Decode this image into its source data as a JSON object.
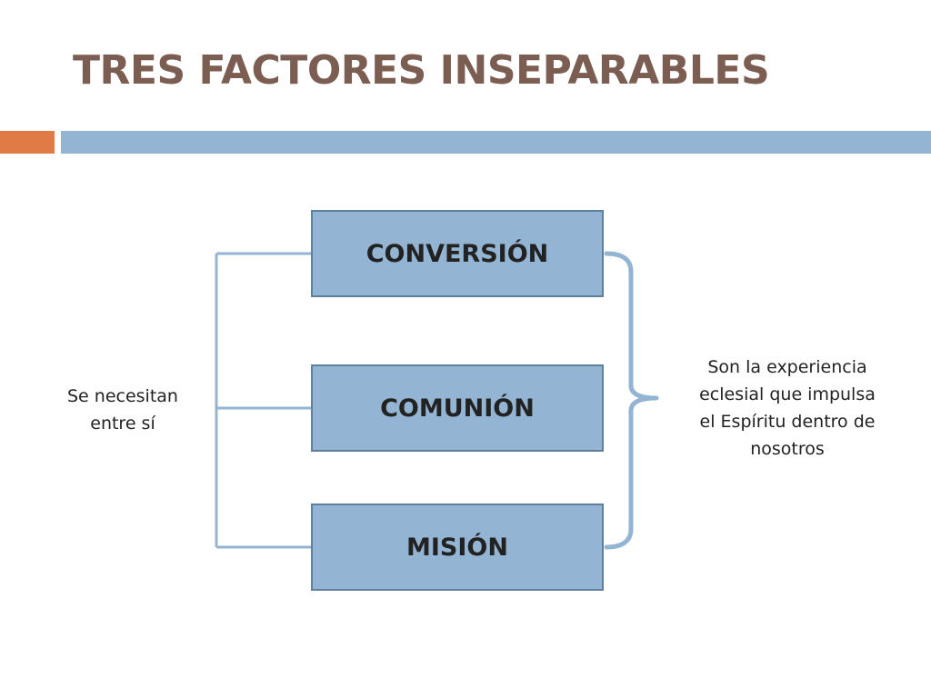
{
  "title": "TRES FACTORES INSEPARABLES",
  "colors": {
    "title": "#7b5d52",
    "accent_orange": "#e07b45",
    "accent_blue": "#93b4d3",
    "box_fill": "#93b4d3",
    "box_border": "#5f7f9e",
    "connector": "#93b4d3"
  },
  "factors": [
    {
      "label": "CONVERSIÓN"
    },
    {
      "label": "COMUNIÓN"
    },
    {
      "label": "MISIÓN"
    }
  ],
  "left_note": {
    "line1": "Se necesitan",
    "line2": "entre sí"
  },
  "right_note": {
    "line1": "Son la experiencia",
    "line2": "eclesial que impulsa",
    "line3": "el Espíritu dentro de",
    "line4": "nosotros"
  }
}
